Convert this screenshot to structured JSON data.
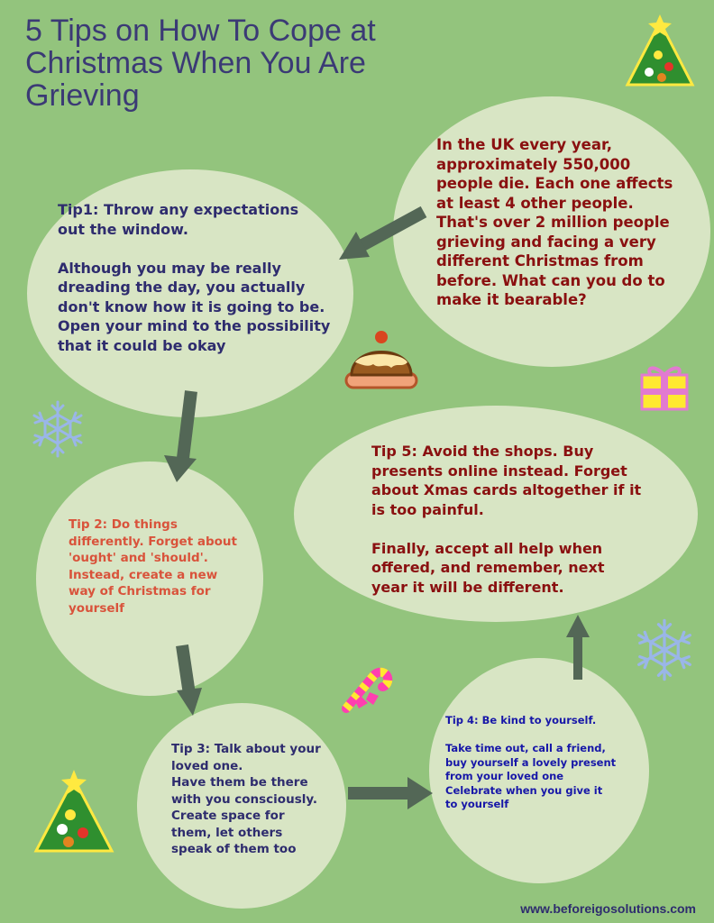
{
  "page": {
    "title": "5 Tips on How To Cope at\nChristmas When You Are\nGrieving",
    "footer": "www.beforeigosolutions.com"
  },
  "intro": {
    "text": "In the UK every year,\napproximately 550,000\npeople die. Each one affects\nat least 4 other people.\nThat's over 2 million people\ngrieving and facing a very\ndifferent Christmas from\nbefore. What can you do to\nmake it bearable?"
  },
  "tips": {
    "tip1": "Tip1: Throw any expectations\nout the window.\n\nAlthough you may be really\ndreading the day, you actually\ndon't know how it is going to be.\nOpen your mind to the possibility\nthat it could be okay",
    "tip2": "  Tip 2: Do things\ndifferently. Forget about\n'ought' and 'should'.\nInstead, create a new\nway of Christmas for\nyourself",
    "tip3": "Tip 3: Talk about your\nloved one.\nHave them be there\nwith you consciously.\nCreate space for\nthem, let others\nspeak of them too",
    "tip4": "Tip 4: Be kind to yourself.\n\nTake time out, call a friend,\nbuy yourself a lovely present\nfrom your loved one\nCelebrate when you give it\nto yourself",
    "tip5": "Tip 5: Avoid the shops. Buy\npresents online instead. Forget\nabout Xmas cards altogether if it\nis too painful.\n\nFinally, accept all help when\noffered, and remember, next\nyear it will be different."
  },
  "colors": {
    "background": "#93c47d",
    "bubble": "#d8e5c4",
    "title": "#3b3a75",
    "arrow": "#536756"
  },
  "icons": [
    "christmas-tree-icon",
    "pudding-icon",
    "gift-icon",
    "snowflake-icon",
    "candy-cane-icon"
  ]
}
